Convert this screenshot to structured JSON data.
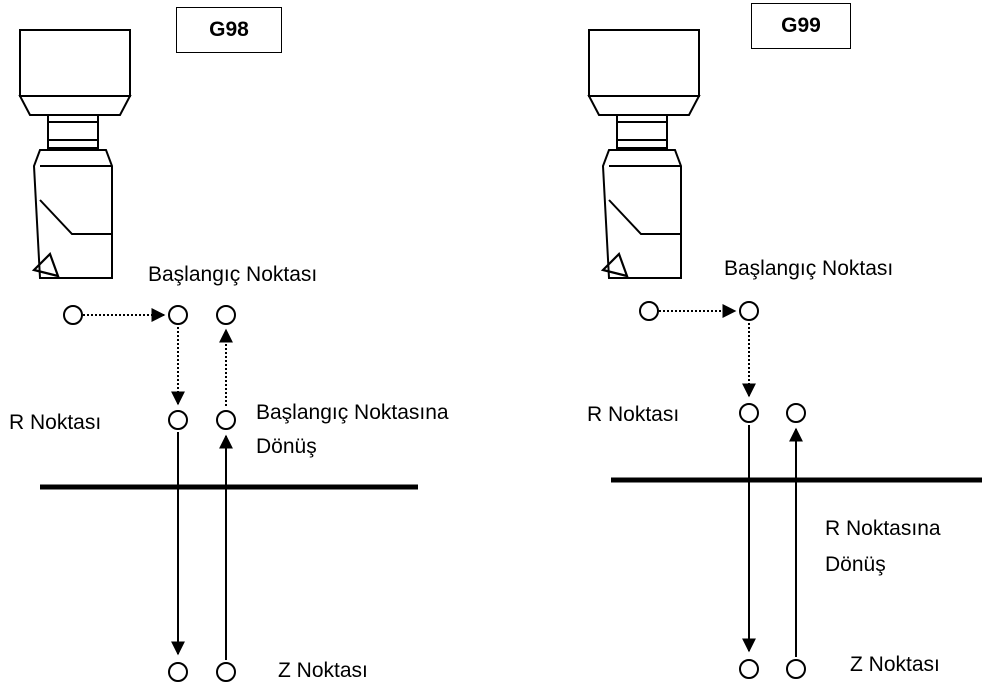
{
  "left": {
    "mode_label": "G98",
    "start_label": "Başlangıç Noktası",
    "r_label": "R Noktası",
    "return_label_line1": "Başlangıç Noktasına",
    "return_label_line2": "Dönüş",
    "z_label": "Z Noktası"
  },
  "right": {
    "mode_label": "G99",
    "start_label": "Başlangıç Noktası",
    "r_label": "R Noktası",
    "return_label_line1": "R Noktasına",
    "return_label_line2": "Dönüş",
    "z_label": "Z Noktası"
  }
}
